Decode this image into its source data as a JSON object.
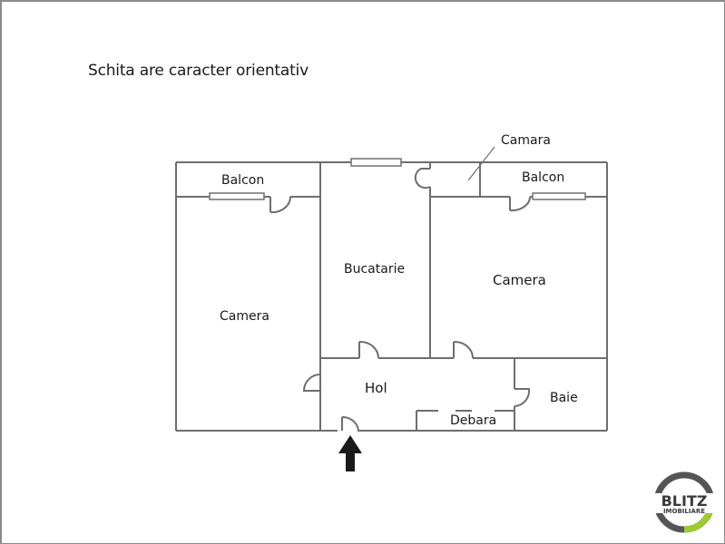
{
  "note": "Schita are caracter orientativ",
  "rooms": {
    "balcon_left": "Balcon",
    "camera_left": "Camera",
    "bucatarie": "Bucatarie",
    "camara": "Camara",
    "balcon_right": "Balcon",
    "camera_right": "Camera",
    "hol": "Hol",
    "debara": "Debara",
    "baie": "Baie"
  },
  "logo": {
    "line1": "BLITZ",
    "line2": "IMOBILIARE",
    "ring_color": "#555555",
    "accent_color": "#9ccc2c"
  },
  "colors": {
    "wall": "#6e6e6e",
    "arrow": "#1a1a1a"
  }
}
